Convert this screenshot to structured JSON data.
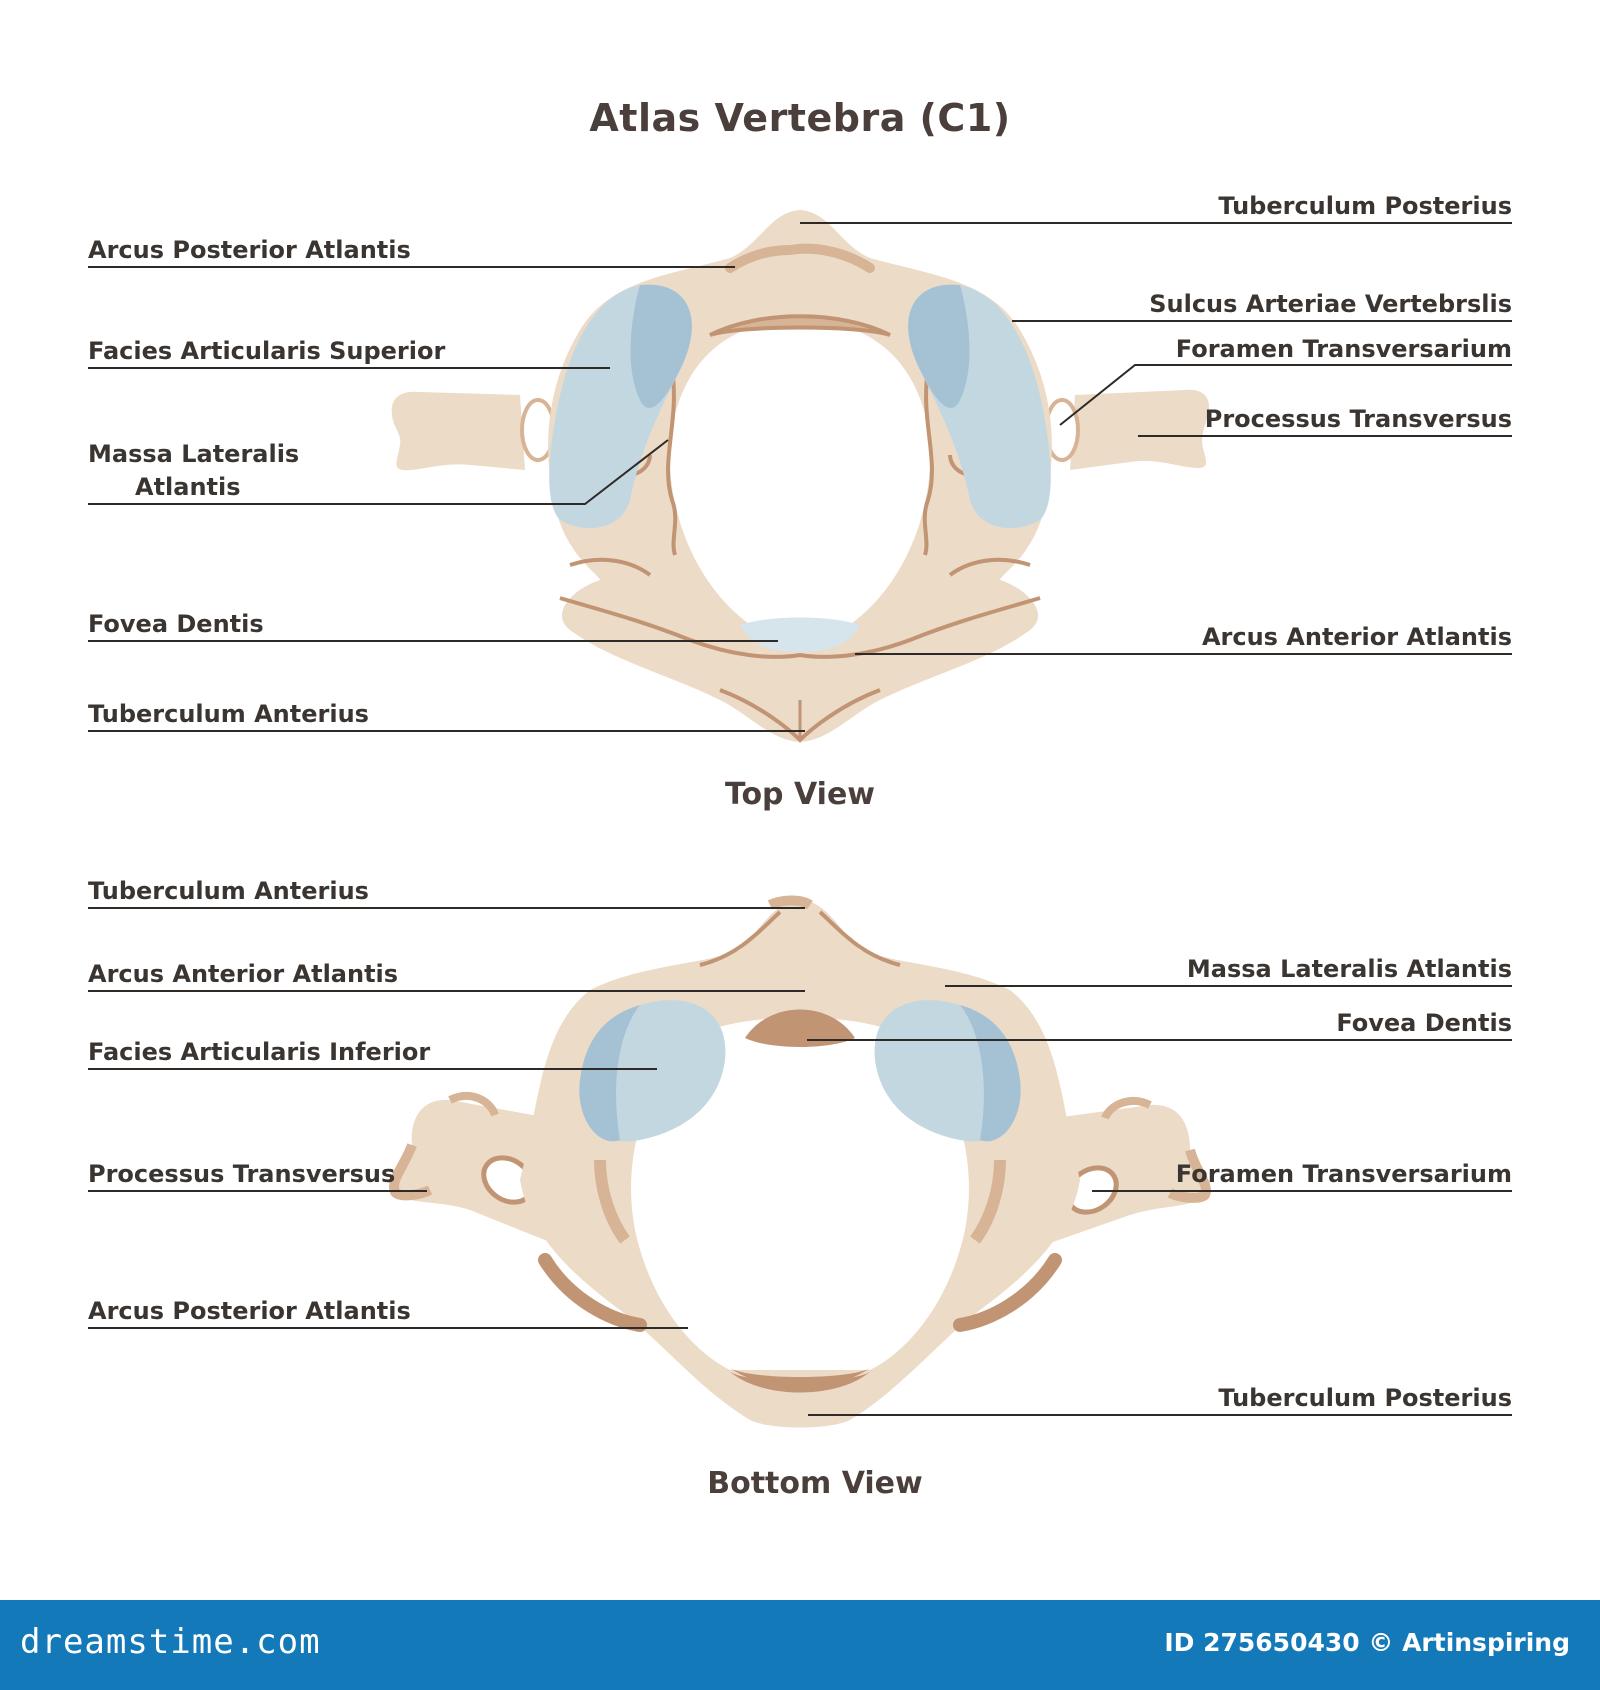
{
  "title": "Atlas Vertebra (C1)",
  "colors": {
    "bone": "#ecdbc7",
    "bone_shadow": "#d7b495",
    "bone_dark": "#c19474",
    "cartilage": "#c3d7e1",
    "cartilage_dark": "#a5c2d4",
    "footer": "#1479b8"
  },
  "top_view": {
    "caption": "Top View",
    "labels_left": [
      "Arcus Posterior Atlantis",
      "Facies Articularis Superior",
      "Massa Lateralis",
      "Atlantis",
      "Fovea Dentis",
      "Tuberculum Anterius"
    ],
    "labels_right": [
      "Tuberculum Posterius",
      "Sulcus Arteriae Vertebrslis",
      "Foramen Transversarium",
      "Processus Transversus",
      "Arcus Anterior Atlantis"
    ]
  },
  "bottom_view": {
    "caption": "Bottom View",
    "labels_left": [
      "Tuberculum Anterius",
      "Arcus Anterior Atlantis",
      "Facies Articularis Inferior",
      "Processus Transversus",
      "Arcus Posterior Atlantis"
    ],
    "labels_right": [
      "Massa Lateralis Atlantis",
      "Fovea Dentis",
      "Foramen Transversarium",
      "Tuberculum Posterius"
    ]
  },
  "footer": {
    "brand": "dreamstime.com",
    "credit": "ID 275650430 © Artinspiring"
  }
}
